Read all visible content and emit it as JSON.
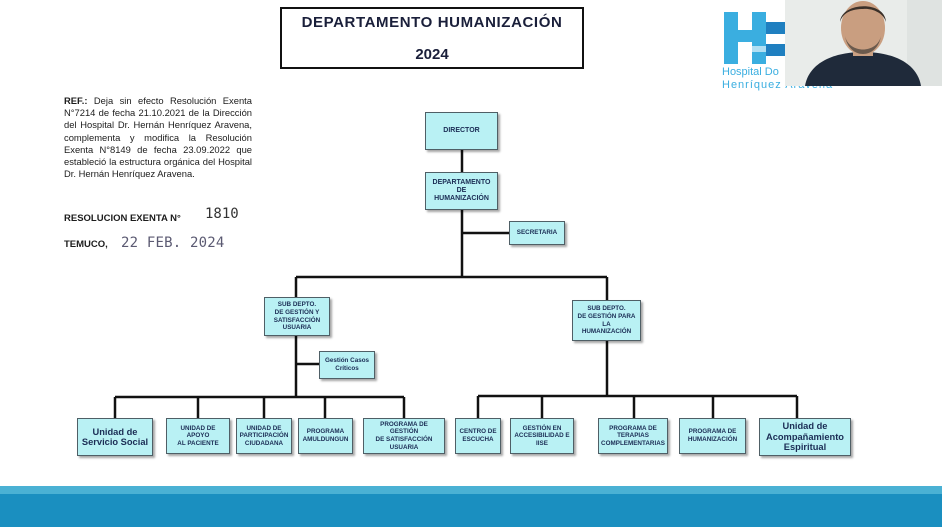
{
  "header": {
    "title": "DEPARTAMENTO HUMANIZACIÓN",
    "year": "2024"
  },
  "reference": {
    "label": "REF.:",
    "text": "Deja sin efecto Resolución Exenta N°7214 de fecha 21.10.2021 de la Dirección del Hospital Dr. Hernán Henríquez Aravena, complementa y modifica la Resolución Exenta N°8149 de fecha 23.09.2022 que estableció la estructura orgánica del Hospital Dr. Hernán Henríquez Aravena.",
    "resolution_label": "RESOLUCION EXENTA N°",
    "resolution_number": "1810",
    "city_label": "TEMUCO,",
    "date_stamp": "22 FEB. 2024"
  },
  "logo": {
    "line1": "Hospital Do",
    "line2": "Henríquez  Aravena",
    "colors": {
      "primary": "#3aaee0",
      "accent": "#1f7fc0"
    }
  },
  "org_chart": {
    "director": "DIRECTOR",
    "department": "DEPARTAMENTO\nDE HUMANIZACIÓN",
    "secretary": "SECRETARIA",
    "sub_left": "SUB DEPTO.\nDE GESTIÓN Y\nSATISFACCIÓN\nUSUARIA",
    "sub_right": "SUB DEPTO.\nDE GESTIÓN PARA LA\nHUMANIZACIÓN",
    "casos_criticos": "Gestión Casos\nCríticos",
    "left_units": [
      "Unidad de\nServicio Social",
      "UNIDAD DE APOYO\nAL PACIENTE",
      "UNIDAD DE\nPARTICIPACIÓN\nCIUDADANA",
      "PROGRAMA\nAMULDUNGUN",
      "PROGRAMA DE GESTIÓN\nDE SATISFACCIÓN\nUSUARIA"
    ],
    "right_units": [
      "CENTRO DE\nESCUCHA",
      "GESTIÓN EN\nACCESIBILIDAD E\nIISE",
      "PROGRAMA DE\nTERAPIAS\nCOMPLEMENTARIAS",
      "PROGRAMA DE\nHUMANIZACIÓN",
      "Unidad de\nAcompañamiento\nEspiritual"
    ],
    "colors": {
      "box_fill": "#b9f1f4",
      "box_text": "#1b2d55",
      "line": "#111111"
    }
  },
  "footer": {
    "colors": {
      "band_light": "#4ab1d4",
      "band_dark": "#1a8fc0"
    }
  }
}
